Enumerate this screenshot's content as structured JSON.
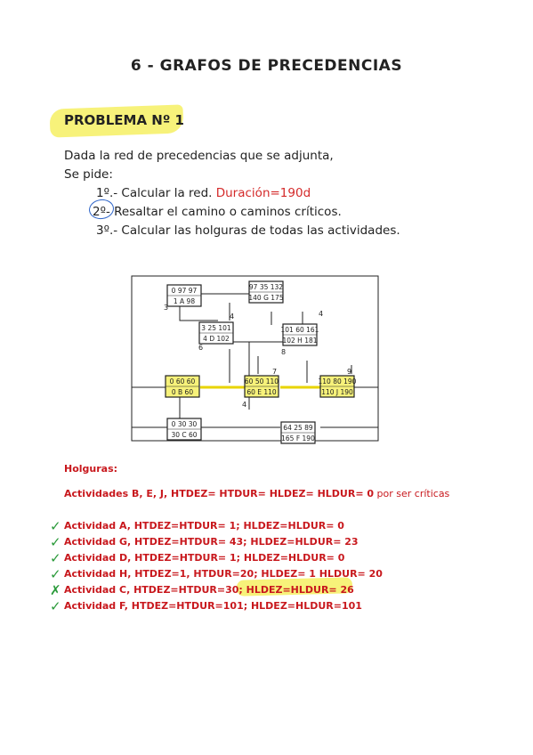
{
  "title": "6 - GRAFOS DE PRECEDENCIAS",
  "problem_title": "PROBLEMA Nº 1",
  "intro_line1": "Dada la red de precedencias que se adjunta,",
  "intro_line2": "Se pide:",
  "step1_text": "1º.- Calcular la red.",
  "step1_duration": "Duración=190d",
  "step2_text": "2º- Resaltar el camino o caminos críticos.",
  "step3_text": "3º.- Calcular las holguras de todas las actividades.",
  "graph": {
    "nodes": [
      {
        "id": "A",
        "top": "0 97 97",
        "bottom": "1 A 98"
      },
      {
        "id": "G",
        "top": "97 35 132",
        "bottom": "140 G 175"
      },
      {
        "id": "D",
        "top": "3 25 101",
        "bottom": "4 D 102"
      },
      {
        "id": "H",
        "top": "101 60 161",
        "bottom": "102 H 181"
      },
      {
        "id": "B",
        "top": "0 60 60",
        "bottom": "0 B 60"
      },
      {
        "id": "E",
        "top": "60 50 110",
        "bottom": "60 E 110"
      },
      {
        "id": "J",
        "top": "110 80 190",
        "bottom": "110 J 190"
      },
      {
        "id": "C",
        "top": "0 30 30",
        "bottom": "30 C 60"
      },
      {
        "id": "F",
        "top": "64 25 89",
        "bottom": "165 F 190"
      }
    ],
    "edge_labels": [
      "3",
      "4",
      "6",
      "7",
      "8",
      "9",
      "4",
      "4"
    ]
  },
  "holguras_label": "Holguras:",
  "critical_text": "Actividades B, E, J, HTDEZ= HTDUR= HLDEZ= HLDUR= 0",
  "critical_note": " por ser críticas",
  "activities": [
    {
      "mark": "✓",
      "text": "Actividad A, HTDEZ=HTDUR= 1;   HLDEZ=HLDUR= 0"
    },
    {
      "mark": "✓",
      "text": "Actividad G, HTDEZ=HTDUR= 43;   HLDEZ=HLDUR= 23"
    },
    {
      "mark": "✓",
      "text": "Actividad D, HTDEZ=HTDUR= 1;    HLDEZ=HLDUR= 0"
    },
    {
      "mark": "✓",
      "text": "Actividad H, HTDEZ=1, HTDUR=20;  HLDEZ= 1 HLDUR= 20"
    },
    {
      "mark": "✗",
      "text": "Actividad C, HTDEZ=HTDUR=30;     HLDEZ=HLDUR= 26"
    },
    {
      "mark": "✓",
      "text": "Actividad F, HTDEZ=HTDUR=101;    HLDEZ=HLDUR=101"
    }
  ],
  "colors": {
    "red": "#c8181d",
    "blue": "#2c63c8",
    "highlight": "#f7f27a",
    "check": "#2a9a3a"
  }
}
